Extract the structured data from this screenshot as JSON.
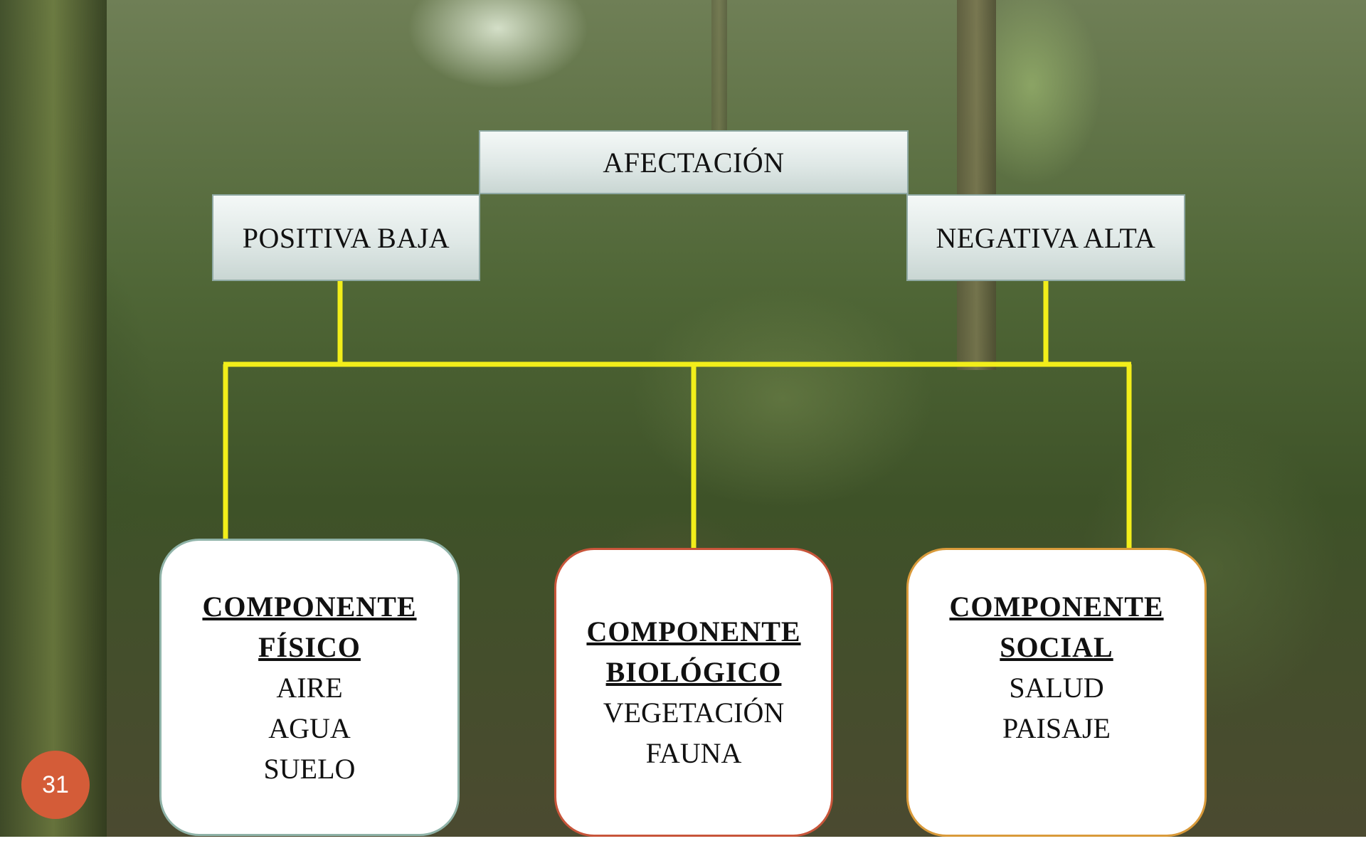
{
  "diagram": {
    "root": "AFECTACIÓN",
    "left_branch": "POSITIVA BAJA",
    "right_branch": "NEGATIVA ALTA",
    "components": [
      {
        "title_line1": "COMPONENTE",
        "title_line2": "FÍSICO",
        "items": [
          "AIRE",
          "AGUA",
          "SUELO"
        ],
        "border_color": "#8fb3a8"
      },
      {
        "title_line1": "COMPONENTE",
        "title_line2": "BIOLÓGICO",
        "items": [
          "VEGETACIÓN",
          "FAUNA"
        ],
        "border_color": "#c8553a"
      },
      {
        "title_line1": "COMPONENTE",
        "title_line2": "SOCIAL",
        "items": [
          "SALUD",
          "PAISAJE"
        ],
        "border_color": "#d99a3a"
      }
    ],
    "connector_color": "#f2ee1a"
  },
  "slide": {
    "page_number": "31",
    "badge_color": "#d45c38"
  }
}
